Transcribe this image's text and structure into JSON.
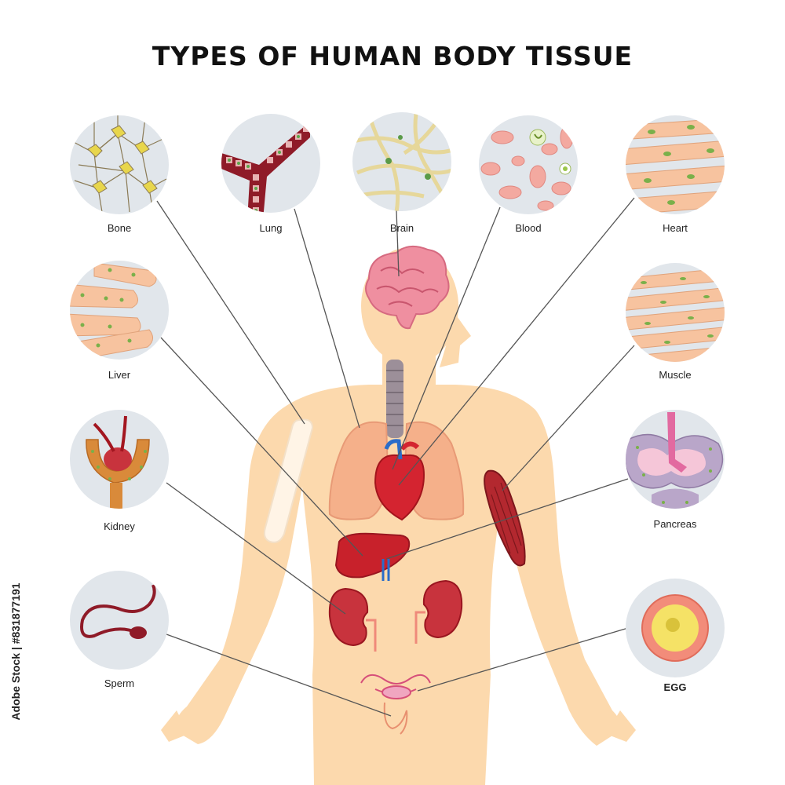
{
  "title": "TYPES OF HUMAN BODY TISSUE",
  "watermark": "Adobe Stock | #831877191",
  "tissues": {
    "bone": "Bone",
    "lung": "Lung",
    "brain": "Brain",
    "blood": "Blood",
    "heart": "Heart",
    "liver": "Liver",
    "muscle": "Muscle",
    "kidney": "Kidney",
    "pancreas": "Pancreas",
    "sperm": "Sperm",
    "egg": "EGG"
  },
  "colors": {
    "skin": "#fcd9ad",
    "circle_bg": "#e1e6eb",
    "organ_red": "#c8212b",
    "brain_pink": "#ef8fa0",
    "line": "#555555"
  }
}
